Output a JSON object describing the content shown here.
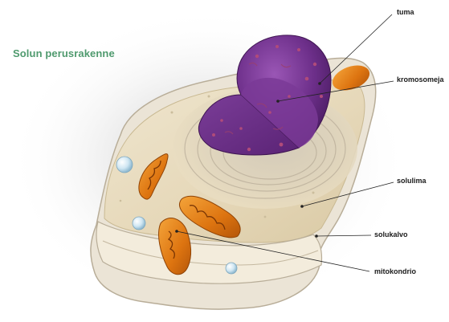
{
  "title": "Solun perusrakenne",
  "labels": {
    "tuma": "tuma",
    "kromosomeja": "kromosomeja",
    "solulima": "solulima",
    "solukalvo": "solukalvo",
    "mitokondrio": "mitokondrio"
  },
  "colors": {
    "title": "#4f9a6e",
    "nucleus": "#6a2d86",
    "cytoplasm": "#e9dcc0",
    "mitochondria": "#e07a16"
  }
}
